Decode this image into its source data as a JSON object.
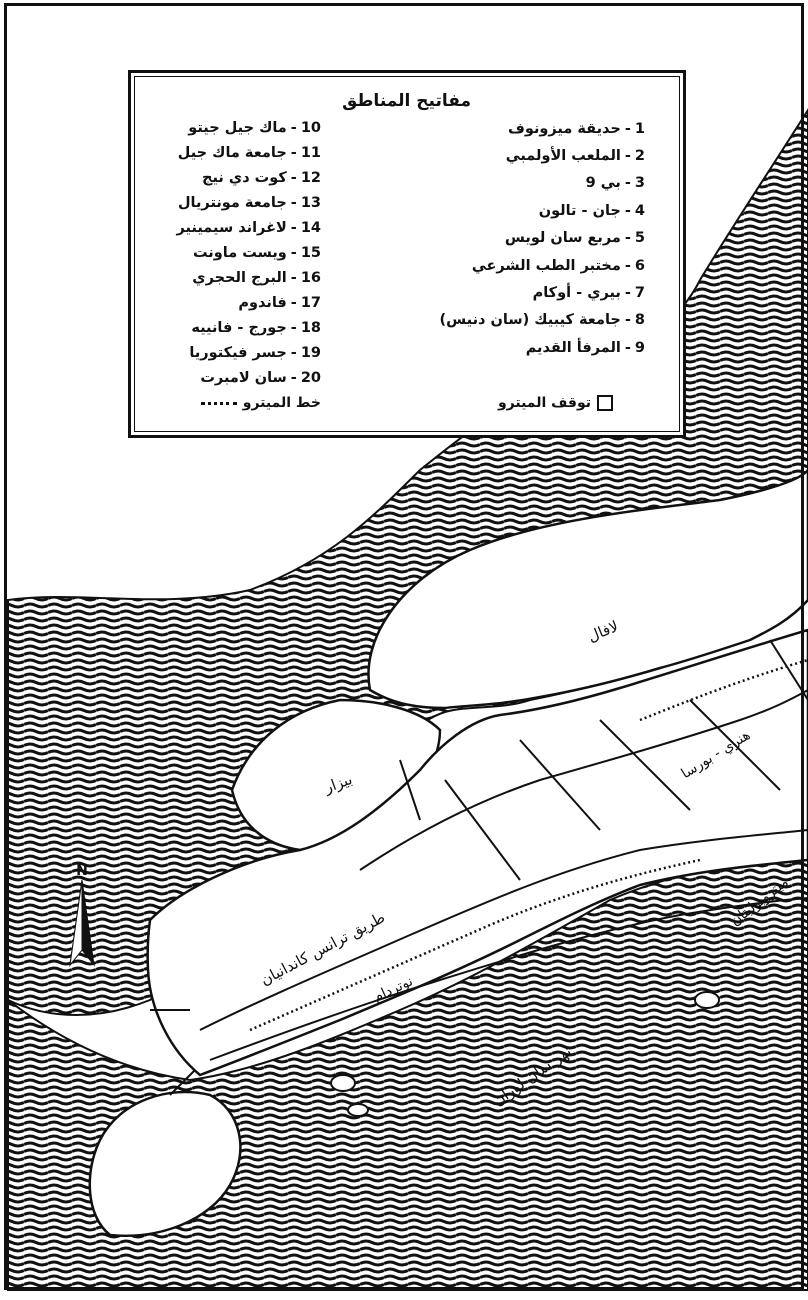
{
  "legend": {
    "title": "مفاتيح المناطق",
    "items_right": [
      {
        "num": "1",
        "label": "حديقة ميزونوف"
      },
      {
        "num": "2",
        "label": "الملعب الأولمبي"
      },
      {
        "num": "3",
        "label": "بي 9"
      },
      {
        "num": "4",
        "label": "جان - تالون"
      },
      {
        "num": "5",
        "label": "مربع سان لويس"
      },
      {
        "num": "6",
        "label": "مختبر الطب الشرعي"
      },
      {
        "num": "7",
        "label": "بيري - أوكام"
      },
      {
        "num": "8",
        "label": "جامعة كيبيك (سان دنيس)"
      },
      {
        "num": "9",
        "label": "المرفأ القديم"
      }
    ],
    "items_left": [
      {
        "num": "10",
        "label": "ماك جيل جيتو"
      },
      {
        "num": "11",
        "label": "جامعة ماك جيل"
      },
      {
        "num": "12",
        "label": "كوت دي نيج"
      },
      {
        "num": "13",
        "label": "جامعة مونتريال"
      },
      {
        "num": "14",
        "label": "لاغراند سيمينير"
      },
      {
        "num": "15",
        "label": "ويست ماونت"
      },
      {
        "num": "16",
        "label": "البرج الحجري"
      },
      {
        "num": "17",
        "label": "فاندوم"
      },
      {
        "num": "18",
        "label": "جورج - فانييه"
      },
      {
        "num": "19",
        "label": "جسر فيكتوريا"
      },
      {
        "num": "20",
        "label": "سان لامبرت"
      }
    ],
    "metro_stop_label": "توقف الميترو",
    "metro_line_label": "خط الميترو"
  },
  "map_labels": {
    "laval": "لافال",
    "bizar": "بيزار",
    "henri_bourassa": "هنري - بورسا",
    "metropolitan": "ميتروبوليتان",
    "trans_canada": "طريق ترانس كاندانيان",
    "notre_dame": "نوتردام",
    "st_laurent": "نهر سان لوران"
  },
  "colors": {
    "ink": "#111111",
    "paper": "#ffffff"
  },
  "icons": {
    "north_arrow": "north-arrow-icon"
  }
}
